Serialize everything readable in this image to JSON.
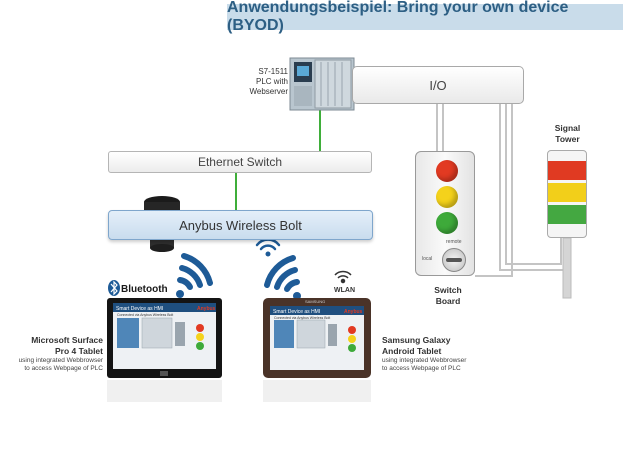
{
  "title": "Anwendungsbeispiel: Bring your own device (BYOD)",
  "plc": {
    "label_line1": "S7-1511",
    "label_line2": "PLC with",
    "label_line3": "Webserver"
  },
  "io": {
    "label": "I/O"
  },
  "ethernet_switch": {
    "label": "Ethernet Switch"
  },
  "anybus": {
    "label": "Anybus Wireless Bolt"
  },
  "switch_board": {
    "label_line1": "Switch",
    "label_line2": "Board",
    "knob_left": "local",
    "knob_right": "remote",
    "lamps": [
      "#e23a22",
      "#f4d21b",
      "#3eaa3a"
    ]
  },
  "signal_tower": {
    "label_line1": "Signal",
    "label_line2": "Tower",
    "colors": [
      "#e03a22",
      "#f2cf1a",
      "#44a841"
    ]
  },
  "bluetooth": {
    "label": "Bluetooth"
  },
  "wlan": {
    "label": "WLAN"
  },
  "tablet_screen": {
    "header": "Smart Device as HMI",
    "subheader": "Connected via Anybus Wireless Bolt",
    "brand": "Anybus"
  },
  "microsoft": {
    "name_line1": "Microsoft Surface",
    "name_line2": "Pro 4 Tablet",
    "note_line1": "using integrated Webbrowser",
    "note_line2": "to access Webpage of PLC"
  },
  "samsung": {
    "brand_mark": "SAMSUNG",
    "name_line1": "Samsung Galaxy",
    "name_line2": "Android Tablet",
    "note_line1": "using integrated Webbrowser",
    "note_line2": "to access Webpage of PLC"
  },
  "colors": {
    "green_line": "#3fae3a",
    "wire": "#c8c8c8",
    "wifi_blue": "#1e5b97",
    "title_bg": "#c9dcea"
  }
}
